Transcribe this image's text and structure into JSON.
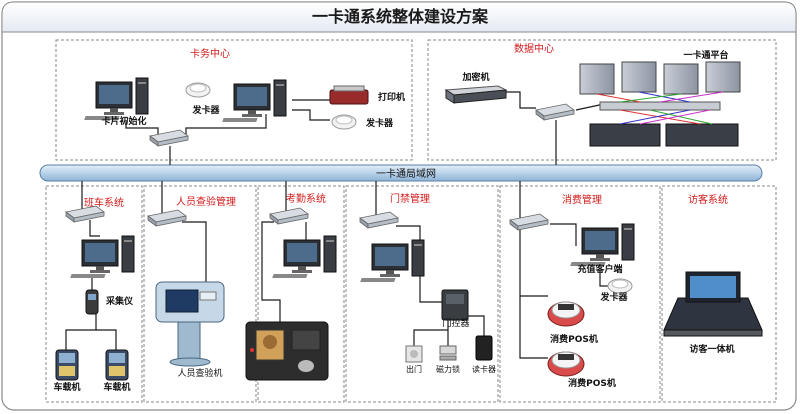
{
  "title": "一卡通系统整体建设方案",
  "network_label": "一卡通局域网",
  "sections": {
    "card_center": "卡务中心",
    "data_center": "数据中心",
    "attendance_machine_sys": "班车系统",
    "personnel_check": "人员查验管理",
    "time_attendance": "考勤系统",
    "access_control": "门禁管理",
    "consumption": "消费管理",
    "visitor": "访客系统"
  },
  "labels": {
    "card_init": "卡片初始化",
    "card_issuer": "发卡器",
    "printer": "打印机",
    "card_issuer_2": "发卡器",
    "encryptor": "加密机",
    "platform": "一卡通平台",
    "collector": "采集仪",
    "bus_device_1": "车载机",
    "bus_device_2": "车载机",
    "check_machine": "人员查验机",
    "door_controller": "门控器",
    "exit_button": "出门",
    "door_lock": "磁力锁",
    "card_reader": "读卡器",
    "recharge_client": "充值客户端",
    "card_issuer_3": "发卡器",
    "pos_1": "消费POS机",
    "pos_2": "消费POS机",
    "visitor_terminal": "访客一体机"
  },
  "colors": {
    "network_bar": "#b9d3ea",
    "network_stroke": "#5b7fa6",
    "section_title": "#d11a1a",
    "dash": "#8a8a8a",
    "line": "#1a1a1a"
  }
}
